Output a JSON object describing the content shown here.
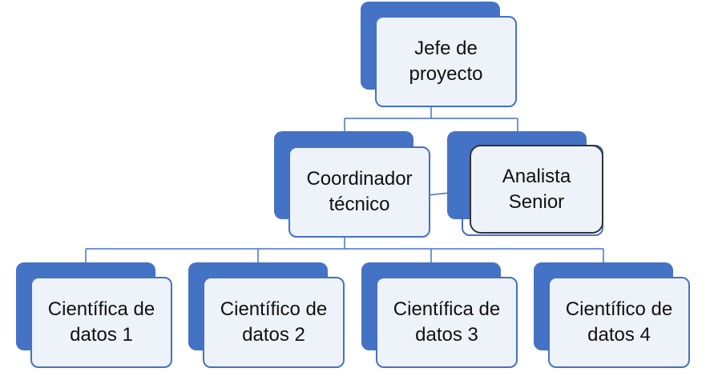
{
  "colors": {
    "accent": "#4472c4",
    "box_fill": "#eef2f9",
    "line": "#4472c4",
    "text": "#111111"
  },
  "nodes": {
    "jefe": {
      "label": "Jefe de\nproyecto"
    },
    "coordinador": {
      "label": "Coordinador\ntécnico"
    },
    "analista": {
      "label": "Analista\nSenior"
    },
    "cd1": {
      "label": "Científica de\ndatos 1"
    },
    "cd2": {
      "label": "Científico de\ndatos 2"
    },
    "cd3": {
      "label": "Científica de\ndatos 3"
    },
    "cd4": {
      "label": "Científico de\ndatos 4"
    }
  },
  "edges": [
    [
      "jefe",
      "coordinador"
    ],
    [
      "jefe",
      "analista"
    ],
    [
      "coordinador",
      "analista"
    ],
    [
      "coordinador",
      "cd1"
    ],
    [
      "coordinador",
      "cd2"
    ],
    [
      "coordinador",
      "cd3"
    ],
    [
      "coordinador",
      "cd4"
    ]
  ]
}
